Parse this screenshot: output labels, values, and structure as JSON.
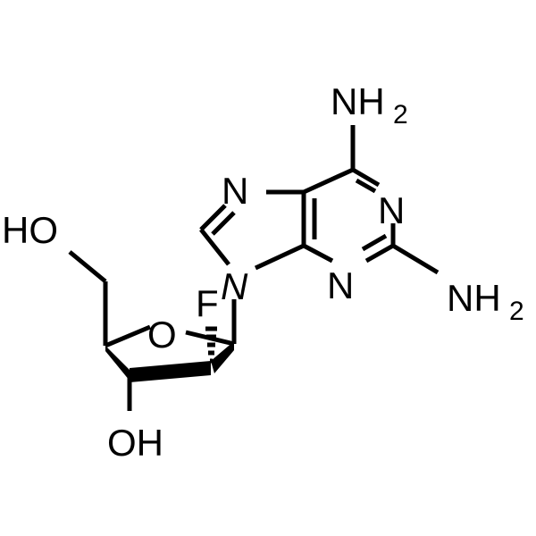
{
  "molecule": {
    "labels": {
      "nh2_top": "NH",
      "nh2_top_sub": "2",
      "nh2_right": "NH",
      "nh2_right_sub": "2",
      "n7": "N",
      "n1": "N",
      "n3": "N",
      "n9": "N",
      "o_ring": "O",
      "f": "F",
      "ho": "HO",
      "oh": "OH"
    }
  }
}
